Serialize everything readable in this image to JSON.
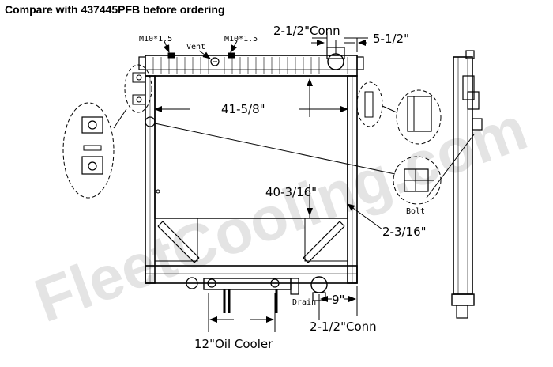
{
  "header": {
    "note": "Compare with 437445PFB before ordering"
  },
  "watermark": {
    "text": "FleetCooling.com"
  },
  "callouts": {
    "m10_left": "M10*1.5",
    "vent": "Vent",
    "m10_right": "M10*1.5",
    "bolt": "Bolt",
    "drain": "Drain"
  },
  "dimensions": {
    "top_conn": "2-1/2\"Conn",
    "top_offset": "5-1/2\"",
    "core_width": "41-5/8\"",
    "core_height": "40-3/16\"",
    "corner": "2-3/16\"",
    "bottom_offset": "9\"",
    "bottom_conn": "2-1/2\"Conn",
    "oil_cooler": "12\"Oil Cooler"
  },
  "colors": {
    "line": "#000000",
    "watermark": "#e4e4e4"
  }
}
